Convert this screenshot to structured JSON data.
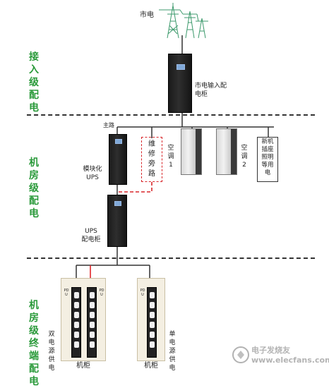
{
  "labels": {
    "city_power": "市电",
    "mains_input_cabinet": "市电输入配电柜",
    "main_circuit": "主路",
    "maintenance_bypass": "维修旁路",
    "modular_ups": "模块化UPS",
    "ac1": "空调1",
    "ac2": "空调2",
    "new_sockets": "新机插座照明等用电",
    "ups_cabinet_line1": "UPS",
    "ups_cabinet_line2": "配电柜",
    "pdu": "PDU",
    "dual_supply": "双电源供电",
    "single_supply": "单电源供电",
    "rack": "机柜"
  },
  "zones": {
    "access": "接入级配电",
    "room": "机房级配电",
    "terminal": "机房级终端配电"
  },
  "watermark": "电子发烧友 www.elecfans.com",
  "colors": {
    "zone_text": "#2a9a3a",
    "bypass_red": "#d8262a",
    "feed_red": "#e0262a",
    "screen": "#7fa8d8"
  }
}
